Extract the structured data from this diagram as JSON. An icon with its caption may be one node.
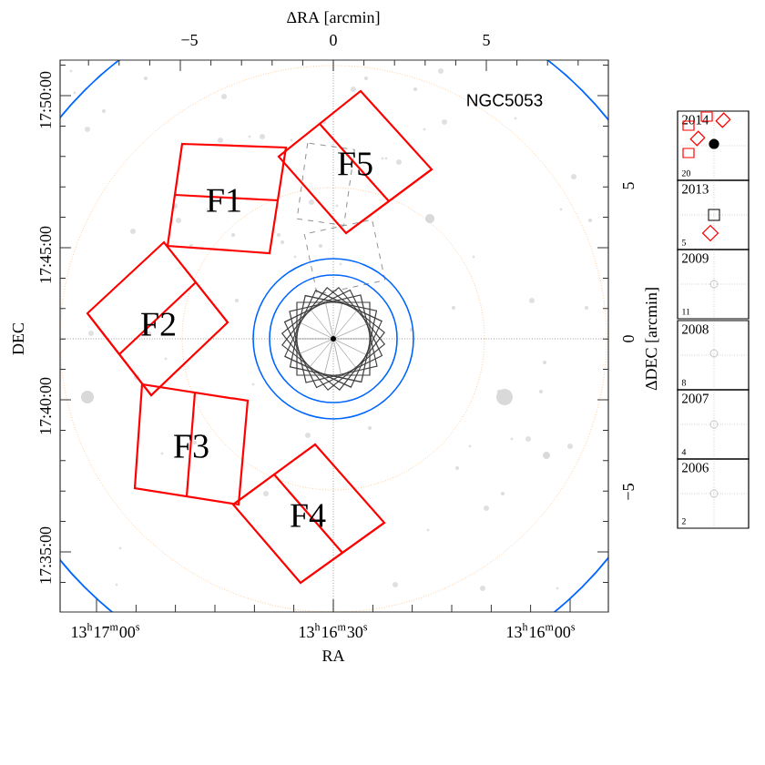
{
  "diagram": {
    "nodes": [
      {
        "text": [
          "F1"
        ]
      },
      {
        "text": [
          "F2"
        ]
      },
      {
        "text": [
          "F3"
        ]
      },
      {
        "text": [
          "F4"
        ]
      },
      {
        "text": [
          "F5"
        ]
      },
      {
        "text": [
          "2014",
          "20"
        ]
      },
      {
        "text": [
          "2013",
          "5"
        ]
      },
      {
        "text": [
          "2009",
          "11"
        ]
      },
      {
        "text": [
          "2008",
          "8"
        ]
      },
      {
        "text": [
          "2007",
          "4"
        ]
      },
      {
        "text": [
          "2006",
          "2"
        ]
      }
    ],
    "edges": [],
    "labels": [
      "ΔRA [arcmin]",
      "−5",
      "0",
      "5",
      "NGC5053",
      "17:50:00",
      "17:45:00",
      "17:40:00",
      "17:35:00",
      "DEC",
      "13$^{h}$17$^{m}$00$^{s}$",
      "13$^{h}$16$^{m}$30$^{s}$",
      "13$^{h}$16$^{m}$00$^{s}$",
      "RA",
      "ΔDEC [arcmin]",
      "5",
      "0",
      "−5"
    ]
  }
}
